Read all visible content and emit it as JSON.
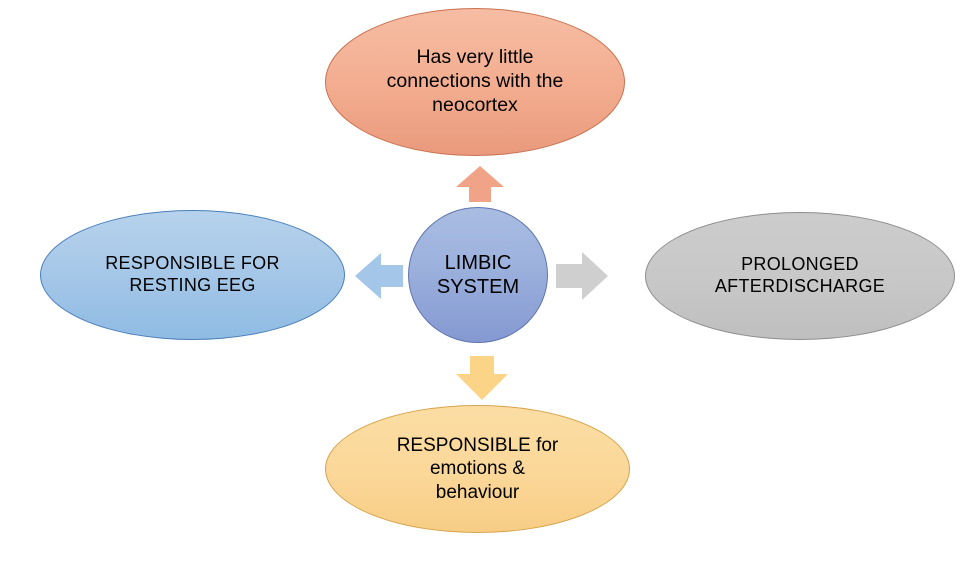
{
  "diagram": {
    "title": "Limbic System functions diagram",
    "center": {
      "id": "limbic-system",
      "label": "LIMBIC\nSYSTEM",
      "shape": "circle",
      "fill": "#9db2dd",
      "stroke": "#5f74ae"
    },
    "nodes": [
      {
        "id": "neocortex-connections",
        "position": "top",
        "label": "Has very little\nconnections with the\nneocortex",
        "shape": "ellipse",
        "fill": "#f3ad90",
        "stroke": "#c9714f"
      },
      {
        "id": "resting-eeg",
        "position": "left",
        "label": "RESPONSIBLE FOR\nRESTING EEG",
        "shape": "ellipse",
        "fill": "#a7c8e8",
        "stroke": "#4a7ebb"
      },
      {
        "id": "prolonged-afterdischarge",
        "position": "right",
        "label": "PROLONGED\nAFTERDISCHARGE",
        "shape": "ellipse",
        "fill": "#c8c8c8",
        "stroke": "#8d8d8d"
      },
      {
        "id": "emotions-behaviour",
        "position": "bottom",
        "label": "RESPONSIBLE for\nemotions &\nbehaviour",
        "shape": "ellipse",
        "fill": "#fbd89a",
        "stroke": "#d6a34a"
      }
    ],
    "arrows": [
      {
        "id": "arrow-up",
        "direction": "up",
        "from": "limbic-system",
        "to": "neocortex-connections",
        "fill": "#f0a386"
      },
      {
        "id": "arrow-left",
        "direction": "left",
        "from": "limbic-system",
        "to": "resting-eeg",
        "fill": "#a4c6e9"
      },
      {
        "id": "arrow-right",
        "direction": "right",
        "from": "limbic-system",
        "to": "prolonged-afterdischarge",
        "fill": "#cfcfcf"
      },
      {
        "id": "arrow-down",
        "direction": "down",
        "from": "limbic-system",
        "to": "emotions-behaviour",
        "fill": "#fbd488"
      }
    ]
  }
}
